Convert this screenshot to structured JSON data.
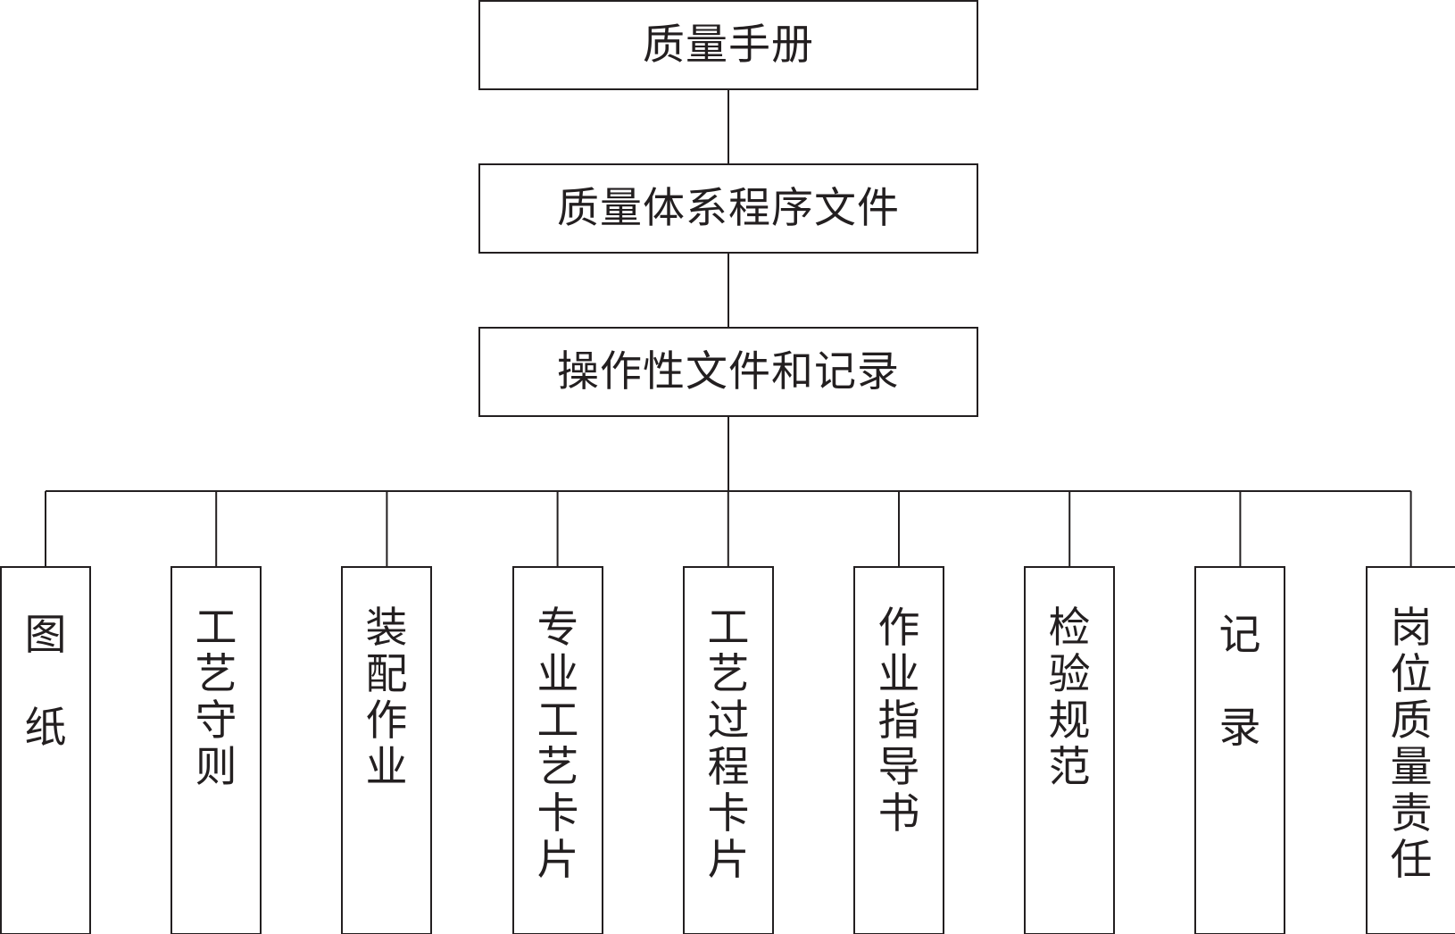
{
  "diagram": {
    "top_boxes": [
      {
        "id": "quality-manual",
        "label": "质量手册"
      },
      {
        "id": "quality-system-procedures",
        "label": "质量体系程序文件"
      },
      {
        "id": "operational-docs-records",
        "label": "操作性文件和记录"
      }
    ],
    "bottom_boxes": [
      {
        "id": "drawings",
        "chars": [
          "图",
          "纸"
        ],
        "spaced": true
      },
      {
        "id": "process-rules",
        "chars": [
          "工",
          "艺",
          "守",
          "则"
        ]
      },
      {
        "id": "assembly-work",
        "chars": [
          "装",
          "配",
          "作",
          "业"
        ]
      },
      {
        "id": "specialized-process-card",
        "chars": [
          "专",
          "业",
          "工",
          "艺",
          "卡",
          "片"
        ]
      },
      {
        "id": "process-flow-card",
        "chars": [
          "工",
          "艺",
          "过",
          "程",
          "卡",
          "片"
        ]
      },
      {
        "id": "work-instructions",
        "chars": [
          "作",
          "业",
          "指",
          "导",
          "书"
        ]
      },
      {
        "id": "inspection-specifications",
        "chars": [
          "检",
          "验",
          "规",
          "范"
        ]
      },
      {
        "id": "records",
        "chars": [
          "记",
          "录"
        ],
        "spaced": true
      },
      {
        "id": "post-quality-responsibility",
        "chars": [
          "岗",
          "位",
          "质",
          "量",
          "责",
          "任"
        ]
      }
    ],
    "line_color": "#231f20"
  }
}
